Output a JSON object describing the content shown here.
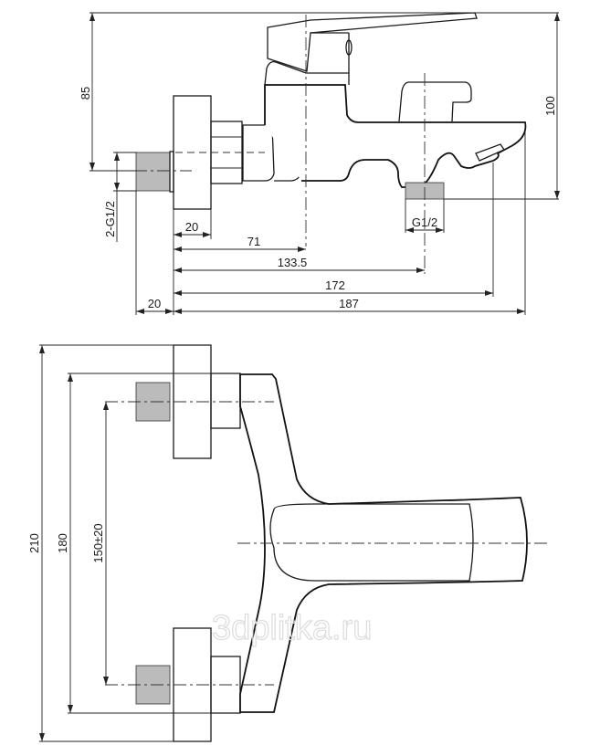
{
  "drawing": {
    "subject": "wall-mounted bath mixer",
    "side_view": {
      "dimensions": {
        "height_handle": "85",
        "height_total": "100",
        "inlet_thread": "2-G1/2",
        "outlet_thread": "G1/2",
        "flange_depth": "20",
        "wall_to_body_axis": "71",
        "wall_to_diverter": "133.5",
        "wall_to_spout_outlet": "172",
        "wall_to_spout_tip": "187",
        "inlet_thread_length": "20"
      }
    },
    "top_view": {
      "dimensions": {
        "overall_width": "210",
        "flange_span": "180",
        "inlet_spacing": "150±20"
      }
    },
    "watermark": "3dplitka.ru"
  }
}
